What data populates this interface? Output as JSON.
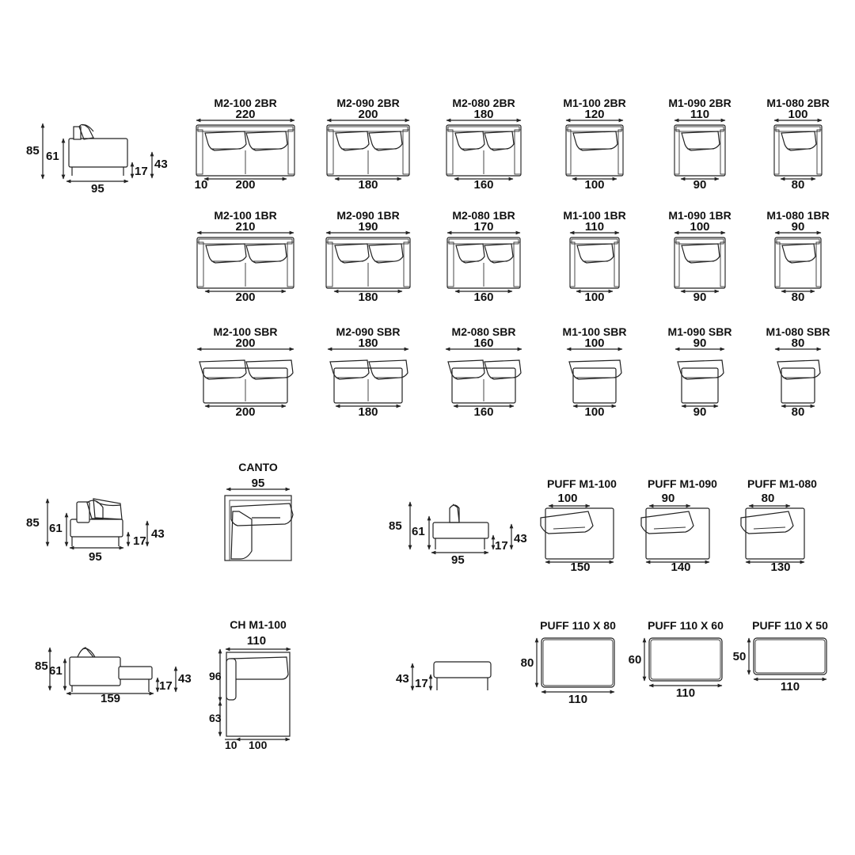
{
  "side_views": [
    {
      "id": "sv1",
      "h85": "85",
      "h61": "61",
      "h17": "17",
      "h43": "43",
      "depth": "95"
    },
    {
      "id": "sv2",
      "h85": "85",
      "h61": "61",
      "h17": "17",
      "h43": "43",
      "depth": "95"
    },
    {
      "id": "sv3",
      "h85": "85",
      "h61": "61",
      "h17": "17",
      "h43": "43",
      "depth": "95"
    },
    {
      "id": "sv4",
      "h85": "85",
      "h61": "61",
      "h17": "17",
      "h43": "43",
      "depth": "159"
    },
    {
      "id": "sv5",
      "h43": "43",
      "h17": "17"
    }
  ],
  "sofas": [
    {
      "code": "M2-100 2BR",
      "top": "220",
      "bottom": "200",
      "arm": "10"
    },
    {
      "code": "M2-090 2BR",
      "top": "200",
      "bottom": "180"
    },
    {
      "code": "M2-080 2BR",
      "top": "180",
      "bottom": "160"
    },
    {
      "code": "M1-100 2BR",
      "top": "120",
      "bottom": "100"
    },
    {
      "code": "M1-090 2BR",
      "top": "110",
      "bottom": "90"
    },
    {
      "code": "M1-080 2BR",
      "top": "100",
      "bottom": "80"
    },
    {
      "code": "M2-100 1BR",
      "top": "210",
      "bottom": "200"
    },
    {
      "code": "M2-090 1BR",
      "top": "190",
      "bottom": "180"
    },
    {
      "code": "M2-080 1BR",
      "top": "170",
      "bottom": "160"
    },
    {
      "code": "M1-100 1BR",
      "top": "110",
      "bottom": "100"
    },
    {
      "code": "M1-090 1BR",
      "top": "100",
      "bottom": "90"
    },
    {
      "code": "M1-080 1BR",
      "top": "90",
      "bottom": "80"
    },
    {
      "code": "M2-100 SBR",
      "top": "200",
      "bottom": "200"
    },
    {
      "code": "M2-090 SBR",
      "top": "180",
      "bottom": "180"
    },
    {
      "code": "M2-080 SBR",
      "top": "160",
      "bottom": "160"
    },
    {
      "code": "M1-100 SBR",
      "top": "100",
      "bottom": "100"
    },
    {
      "code": "M1-090 SBR",
      "top": "90",
      "bottom": "90"
    },
    {
      "code": "M1-080 SBR",
      "top": "80",
      "bottom": "80"
    }
  ],
  "canto": {
    "title": "CANTO",
    "width": "95"
  },
  "puffs": [
    {
      "code": "PUFF M1-100",
      "top": "100",
      "bottom": "150"
    },
    {
      "code": "PUFF M1-090",
      "top": "90",
      "bottom": "140"
    },
    {
      "code": "PUFF M1-080",
      "top": "80",
      "bottom": "130"
    }
  ],
  "chaise": {
    "title": "CH M1-100",
    "width": "110",
    "left1": "96",
    "left2": "63",
    "bottom_arm": "10",
    "bottom_seat": "100"
  },
  "ottomans": [
    {
      "code": "PUFF 110 X 80",
      "depth": "80",
      "width": "110"
    },
    {
      "code": "PUFF 110 X 60",
      "depth": "60",
      "width": "110"
    },
    {
      "code": "PUFF 110 X 50",
      "depth": "50",
      "width": "110"
    }
  ]
}
